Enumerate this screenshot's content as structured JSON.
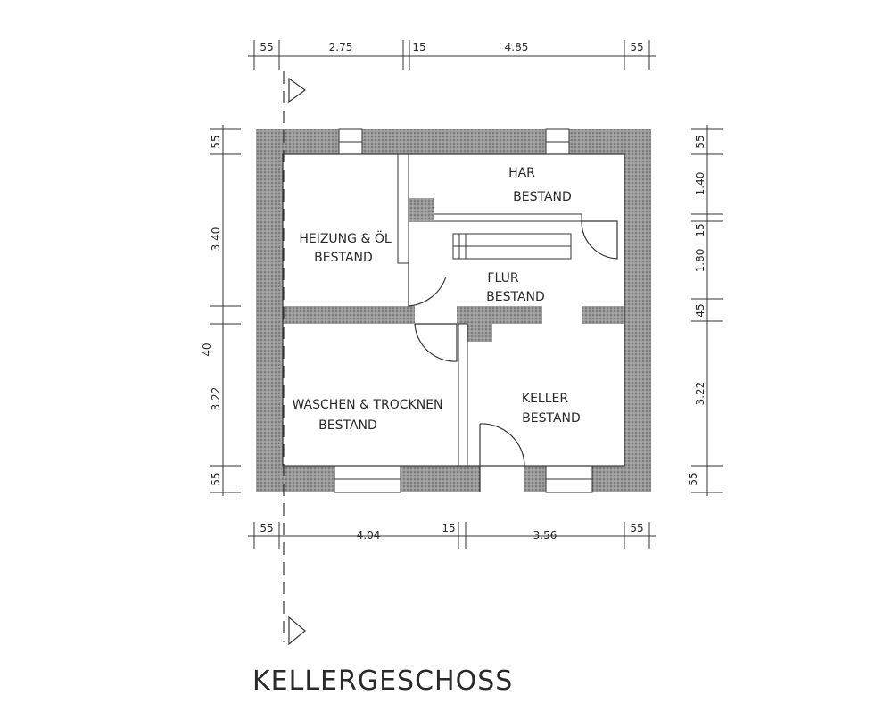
{
  "title": "KELLERGESCHOSS",
  "rooms": {
    "heizung": {
      "name": "HEIZUNG & ÖL",
      "status": "BESTAND"
    },
    "haar": {
      "name": "HAR",
      "status": "BESTAND"
    },
    "flur": {
      "name": "FLUR",
      "status": "BESTAND"
    },
    "waschen": {
      "name": "WASCHEN & TROCKNEN",
      "status": "BESTAND"
    },
    "keller": {
      "name": "KELLER",
      "status": "BESTAND"
    }
  },
  "dimensions": {
    "top": [
      "55",
      "2.75",
      "15",
      "4.85",
      "55"
    ],
    "bottom": [
      "55",
      "4.04",
      "15",
      "3.56",
      "55"
    ],
    "left": [
      "55",
      "3.40",
      "40",
      "3.22",
      "55"
    ],
    "right": [
      "55",
      "1.40",
      "15",
      "1.80",
      "45",
      "3.22",
      "55"
    ]
  }
}
